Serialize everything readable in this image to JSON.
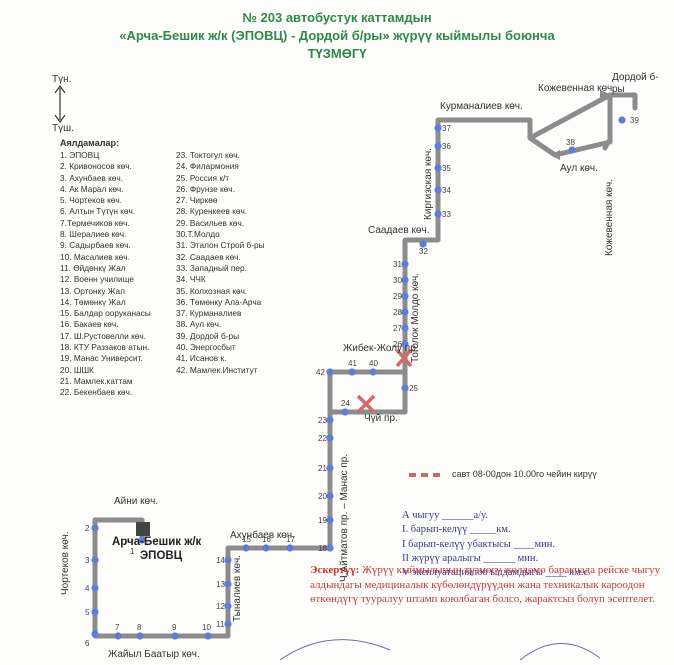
{
  "header": {
    "line1": "№ 203 автобустук каттамдын",
    "line2": "«Арча-Бешик ж/к (ЭПОВЦ)  - Дордой б/ры» жүрүү кыймылы боюнча",
    "line3": "ТҮЗМӨГҮ"
  },
  "directions": {
    "north": "Түн.",
    "south": "Түш."
  },
  "stops_title": "Аялдамалар:",
  "stops_left": [
    "1. ЭПОВЦ",
    "2. Кривоносов көч.",
    "3. Ахунбаев көч.",
    "4. Ак Марал көч.",
    "5. Чортеков көч.",
    "6. Алтын Түтүн көч.",
    "7.Термечиков көч.",
    "8. Шералиев көч.",
    "9. Садырбаев көч.",
    "10. Масалиев көч.",
    "11. Өйдөнкү Жал",
    "12. Военн училище",
    "13. Ортонку Жал",
    "14. Төмөнкү Жал",
    "15. Балдар ооруканасы",
    "16. Бакаев көч.",
    "17. Ш.Рустовелли көч.",
    "18. КТУ Раззаков атын.",
    "19. Манас Университ.",
    "20. ШШК",
    "21. Мамлек.каттам",
    "22. Бекенбаев көч."
  ],
  "stops_right": [
    "23. Токтогул көч.",
    "24. Филармония",
    "25. Россия к/т",
    "26. Фрунзе көч.",
    "27. Чиркөө",
    "28. Куренкеев көч.",
    "29. Васильев көч.",
    "30.Т.Молдо",
    "31. Эталон Строй б-ры",
    "32. Саадаев көч.",
    "33. Западный пер.",
    "34. ЧЧК",
    "35. Колхозная көч.",
    "36. Төмөнку Ала-Арча",
    "37. Курманалиев",
    "38. Аул көч.",
    "39. Дордой б-ры",
    "40. Энергосбыт",
    "41. Исанов к.",
    "42. Мамлек.Институт"
  ],
  "streets": {
    "ayni": "Айни көч.",
    "ahunbaev": "Ахунбаев көч.",
    "chortekov": "Чортеков көч.",
    "tynaliev": "Тыналиев көч.",
    "jayyl": "Жайыл Баатыр көч.",
    "aitmatov": "Ч.Айтматов пр. – Манас пр.",
    "chuy": "Чүй пр.",
    "jibek": "Жибек-Жолу пр.",
    "togolok": "Тоголок Молдо көч.",
    "saadaev": "Саадаев көч.",
    "kirgizskaya": "Киргизская көч.",
    "kurmanaliev": "Курманалиев көч.",
    "kojevennaya_top": "Кожевенная көч.",
    "kojevennaya_right": "Кожевенная көч.",
    "aul": "Аул көч.",
    "dordoy": "Дордой б-ры"
  },
  "terminal": {
    "line1": "Арча-Бешик ж/к",
    "line2": "ЭПОВЦ"
  },
  "closure_note": "савт 08-00дон 10.00го чейин кирүү",
  "form": {
    "line1": "А чыгуу ______а/у.",
    "line2": "I. барып-келүү _____км.",
    "line3": "I барып-келүү убактысы ____мин.",
    "line4": "II жүрүү аралыгы ______ мин.",
    "line5": "V эксплуатациялоо ылдамдыгы ____ км.с"
  },
  "note": {
    "label": "Эскертүү:",
    "text": "Жүрүү кыймылынын түзмөгү жолдомо баракчада рейске чыгуу алдындагы медициналык күбөлөндүрүүдөн жана техникалык кароодон өткөндүгү тууралуу штамп коюлбаган болсо, жарактсыз болуп эсептелет."
  },
  "stop_numbers": [
    "1",
    "2",
    "3",
    "4",
    "5",
    "6",
    "7",
    "8",
    "9",
    "10",
    "11",
    "12",
    "13",
    "14",
    "15",
    "16",
    "17",
    "18",
    "19",
    "20",
    "21",
    "22",
    "23",
    "24",
    "25",
    "26",
    "27",
    "28",
    "29",
    "30",
    "31",
    "32",
    "33",
    "34",
    "35",
    "36",
    "37",
    "38",
    "39",
    "40",
    "41",
    "42"
  ],
  "colors": {
    "route": "#8a8a8a",
    "stop": "#5b7fd6",
    "title": "#2f8a4a",
    "closure": "#c56a6a",
    "note": "#c23a3a",
    "form": "#3a3a8c"
  }
}
